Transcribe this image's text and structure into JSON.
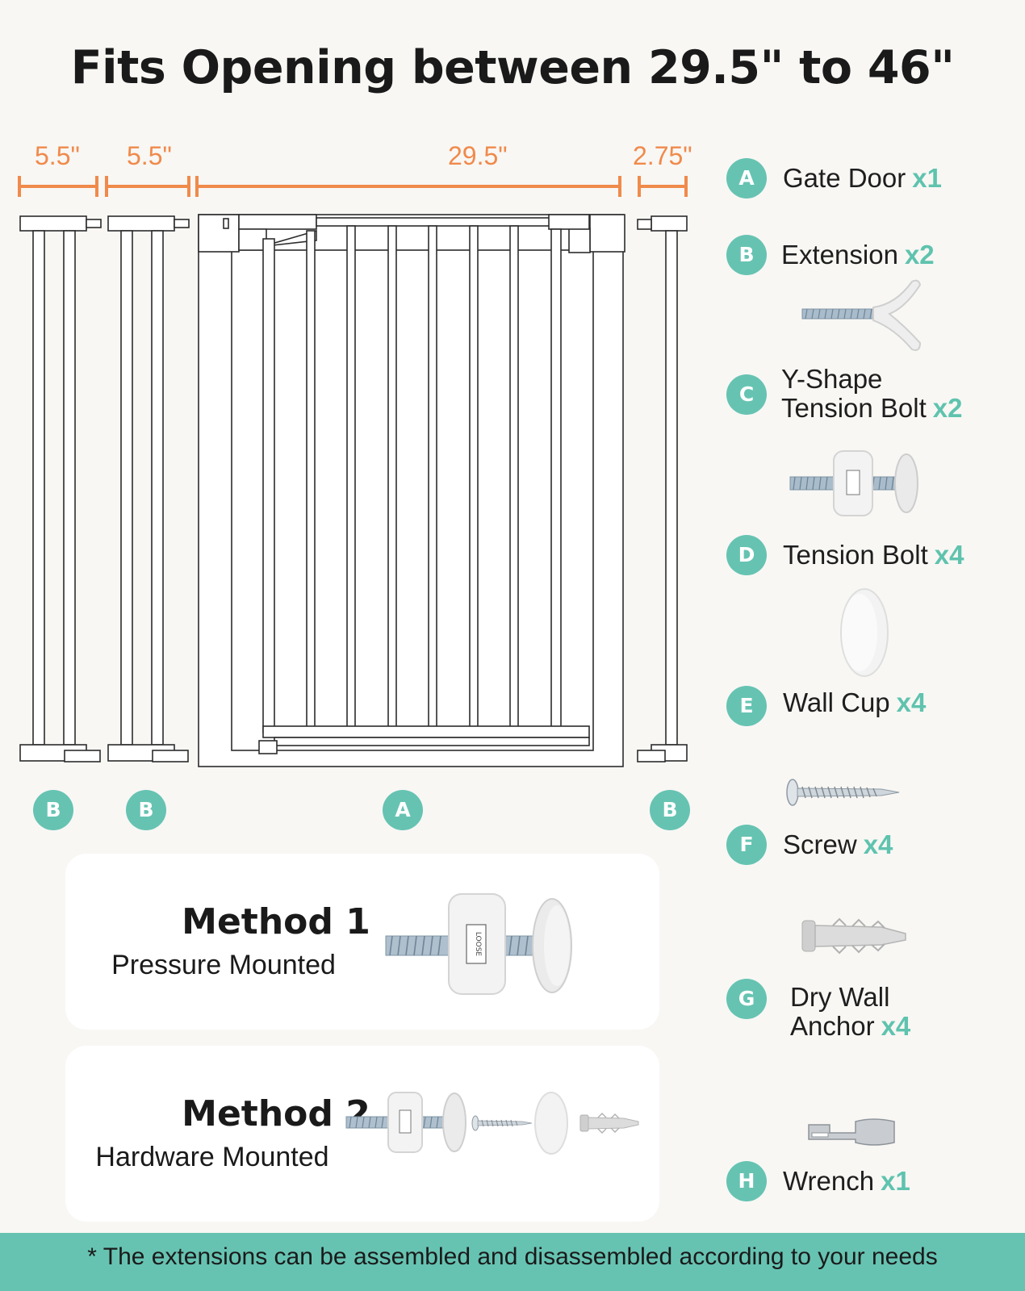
{
  "title": "Fits Opening between 29.5\" to 46\"",
  "dimensions": [
    "5.5\"",
    "5.5\"",
    "29.5\"",
    "2.75\""
  ],
  "gate_badges": [
    "B",
    "B",
    "A",
    "B"
  ],
  "parts": [
    {
      "letter": "A",
      "name": "Gate Door",
      "qty": "x1"
    },
    {
      "letter": "B",
      "name": "Extension",
      "qty": "x2"
    },
    {
      "letter": "C",
      "name_line1": "Y-Shape",
      "name_line2": "Tension Bolt",
      "qty": "x2"
    },
    {
      "letter": "D",
      "name": "Tension Bolt",
      "qty": "x4"
    },
    {
      "letter": "E",
      "name": "Wall Cup",
      "qty": "x4"
    },
    {
      "letter": "F",
      "name": "Screw",
      "qty": "x4"
    },
    {
      "letter": "G",
      "name_line1": "Dry Wall",
      "name_line2": "Anchor",
      "qty": "x4"
    },
    {
      "letter": "H",
      "name": "Wrench",
      "qty": "x1"
    }
  ],
  "bolt_label": "LOOSE",
  "methods": [
    {
      "title": "Method 1",
      "subtitle": "Pressure Mounted"
    },
    {
      "title": "Method 2",
      "subtitle": "Hardware Mounted"
    }
  ],
  "footer": "* The extensions can be assembled and disassembled according to your needs",
  "colors": {
    "accent": "#f08a4b",
    "teal": "#66c3b2",
    "background": "#f8f7f4"
  }
}
